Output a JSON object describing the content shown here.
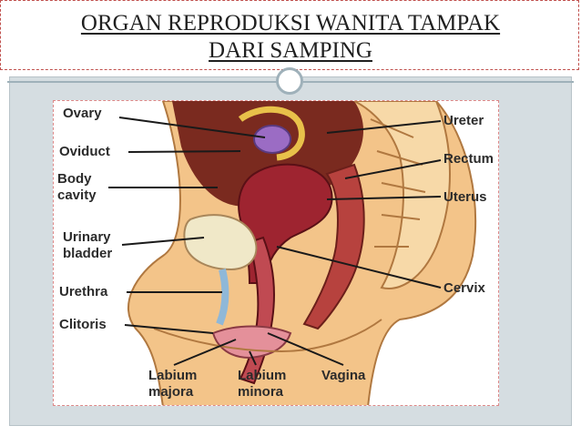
{
  "title": {
    "line1": "ORGAN REPRODUKSI WANITA TAMPAK",
    "line2": "DARI SAMPING"
  },
  "diagram": {
    "labels": {
      "ovary": "Ovary",
      "oviduct": "Oviduct",
      "body_cavity_1": "Body",
      "body_cavity_2": "cavity",
      "urinary_bladder_1": "Urinary",
      "urinary_bladder_2": "bladder",
      "urethra": "Urethra",
      "clitoris": "Clitoris",
      "labium_majora_1": "Labium",
      "labium_majora_2": "majora",
      "labium_minora_1": "Labium",
      "labium_minora_2": "minora",
      "vagina": "Vagina",
      "cervix": "Cervix",
      "uterus": "Uterus",
      "rectum": "Rectum",
      "ureter": "Ureter"
    }
  },
  "colors": {
    "title_border": "#c0504d",
    "content_bg": "#d5dde1",
    "skin": "#f3c489",
    "cavity": "#7a2a1f",
    "organ": "#9e2430",
    "ovary": "#9b6cc4",
    "bladder": "#f0e8c8"
  }
}
